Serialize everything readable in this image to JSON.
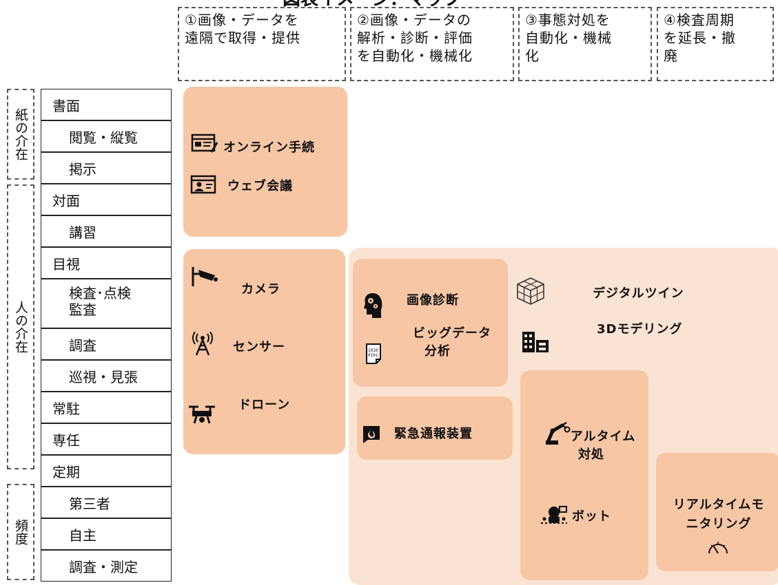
{
  "title": "図表イメージ：マップ",
  "column_headers": [
    {
      "line1": "①画像・データを",
      "line2": "遠隔で取得・提供",
      "line3": ""
    },
    {
      "line1": "②画像・データの",
      "line2": "解析・診断・評価",
      "line3": "を自動化・機械化"
    },
    {
      "line1": "③事態対処を",
      "line2": "自動化・機械",
      "line3": "化"
    },
    {
      "line1": "④検査周期",
      "line2": "を延長・撤",
      "line3": "廃"
    }
  ],
  "groups": {
    "paper": "紙の介在",
    "human": "人の介在",
    "frequency": "頻度"
  },
  "rows": [
    {
      "label": "書面"
    },
    {
      "label": "閲覧・縦覧"
    },
    {
      "label": "掲示"
    },
    {
      "label": "対面"
    },
    {
      "label": "講習"
    },
    {
      "label": "目視"
    },
    {
      "label": "検査･点検",
      "label2": "監査"
    },
    {
      "label": "調査"
    },
    {
      "label": "巡視・見張"
    },
    {
      "label": "常駐"
    },
    {
      "label": "専任"
    },
    {
      "label": "定期"
    },
    {
      "label": "第三者"
    },
    {
      "label": "自主"
    },
    {
      "label": "調査・測定"
    }
  ],
  "tech": {
    "online": "オンライン手続",
    "web_meeting": "ウェブ会議",
    "camera": "カメラ",
    "sensor": "センサー",
    "drone": "ドローン",
    "image_diagnosis": "画像診断",
    "big_data_1": "ビッグデータ",
    "big_data_2": "分析",
    "emergency": "緊急通報装置",
    "digital_twin": "デジタルツイン",
    "modeling": "3Dモデリング",
    "realtime_1": "アルタイム",
    "realtime_2": "対処",
    "robot": "ボット",
    "monitoring_1": "リアルタイムモ",
    "monitoring_2": "ニタリング"
  },
  "colors": {
    "panel_dark": "#f6c6a5",
    "panel_light": "#fbe3d3"
  }
}
